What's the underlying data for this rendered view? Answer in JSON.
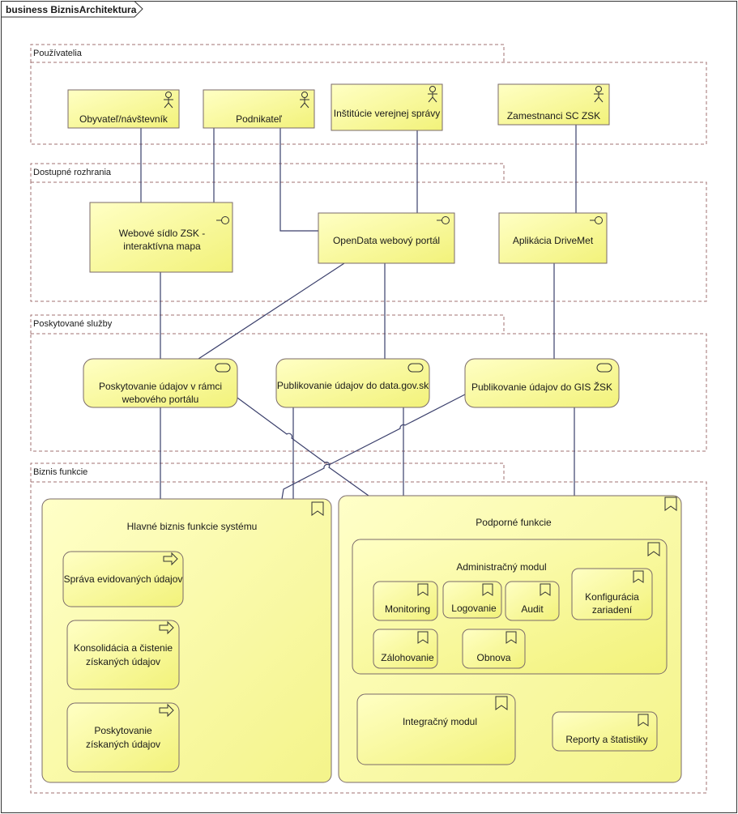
{
  "diagram": {
    "title": "business BiznisArchitektura",
    "layers": [
      {
        "label": "Používatelia"
      },
      {
        "label": "Dostupné rozhrania"
      },
      {
        "label": "Poskytované služby"
      },
      {
        "label": "Biznis funkcie"
      }
    ],
    "actors": [
      {
        "label": "Obyvateľ/návštevník"
      },
      {
        "label": "Podnikateľ"
      },
      {
        "label": "Inštitúcie verejnej správy"
      },
      {
        "label": "Zamestnanci SC ZSK"
      }
    ],
    "interfaces": [
      {
        "label": "Webové sídlo ZSK - interaktívna mapa"
      },
      {
        "label": "OpenData webový portál"
      },
      {
        "label": "Aplikácia DriveMet"
      }
    ],
    "services": [
      {
        "label": "Poskytovanie údajov v rámci webového portálu"
      },
      {
        "label": "Publikovanie údajov do data.gov.sk"
      },
      {
        "label": "Publikovanie údajov do GIS ŽSK"
      }
    ],
    "main_functions": {
      "label": "Hlavné biznis funkcie systému",
      "processes": [
        {
          "label": "Správa evidovaných údajov"
        },
        {
          "label": "Konsolidácia a čistenie získaných údajov"
        },
        {
          "label": "Poskytovanie získaných údajov"
        }
      ]
    },
    "support_functions": {
      "label": "Podporné funkcie",
      "admin_module": {
        "label": "Administračný modul",
        "items": [
          {
            "label": "Monitoring"
          },
          {
            "label": "Logovanie"
          },
          {
            "label": "Audit"
          },
          {
            "label": "Konfigurácia zariadení"
          },
          {
            "label": "Zálohovanie"
          },
          {
            "label": "Obnova"
          }
        ]
      },
      "integration_module": {
        "label": "Integračný modul"
      },
      "reports": {
        "label": "Reporty a štatistiky"
      }
    },
    "colors": {
      "element_fill": "#ffffb5",
      "element_stroke": "#7a6a6a",
      "connector": "#3a3f6b",
      "group_border": "#a07070"
    }
  }
}
